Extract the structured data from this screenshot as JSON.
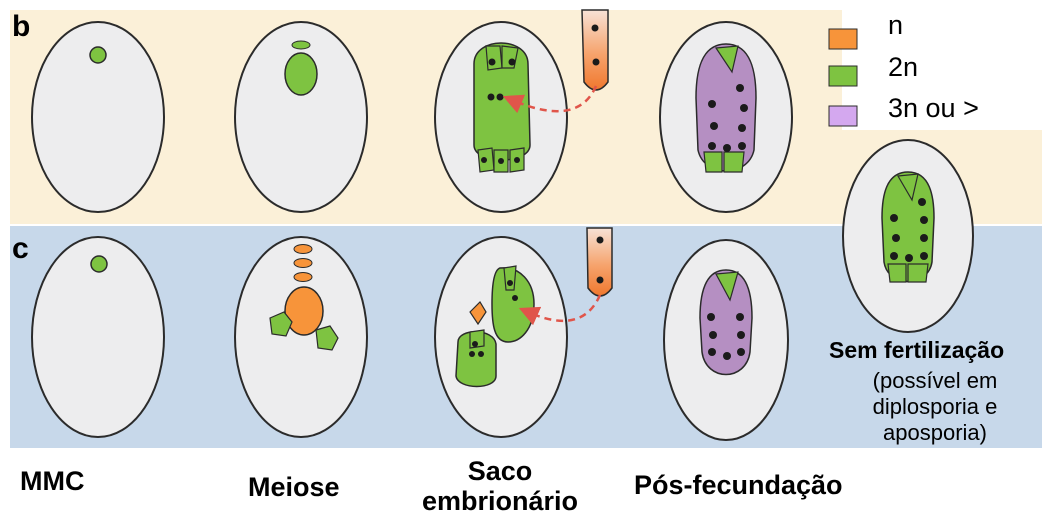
{
  "rows": {
    "b_label": "b",
    "c_label": "c"
  },
  "stages": {
    "mmc": "MMC",
    "meiose": "Meiose",
    "saco_line1": "Saco",
    "saco_line2": "embrionário",
    "pos": "Pós-fecundação"
  },
  "legend": {
    "n": "n",
    "two_n": "2n",
    "three_n": "3n ou >"
  },
  "no_fertilization": {
    "title": "Sem fertilização",
    "note_line1": "(possível em",
    "note_line2": "diplosporia e",
    "note_line3": "aposporia)"
  },
  "colors": {
    "band_b": "#fbf0d8",
    "band_c": "#c7d8ea",
    "ovule_fill": "#ededee",
    "n_orange": "#f7943a",
    "two_n_green": "#7ec341",
    "three_n_purple": "#b58fc2",
    "legend_purple": "#d4a8ef",
    "arrow_red": "#e0554a"
  }
}
